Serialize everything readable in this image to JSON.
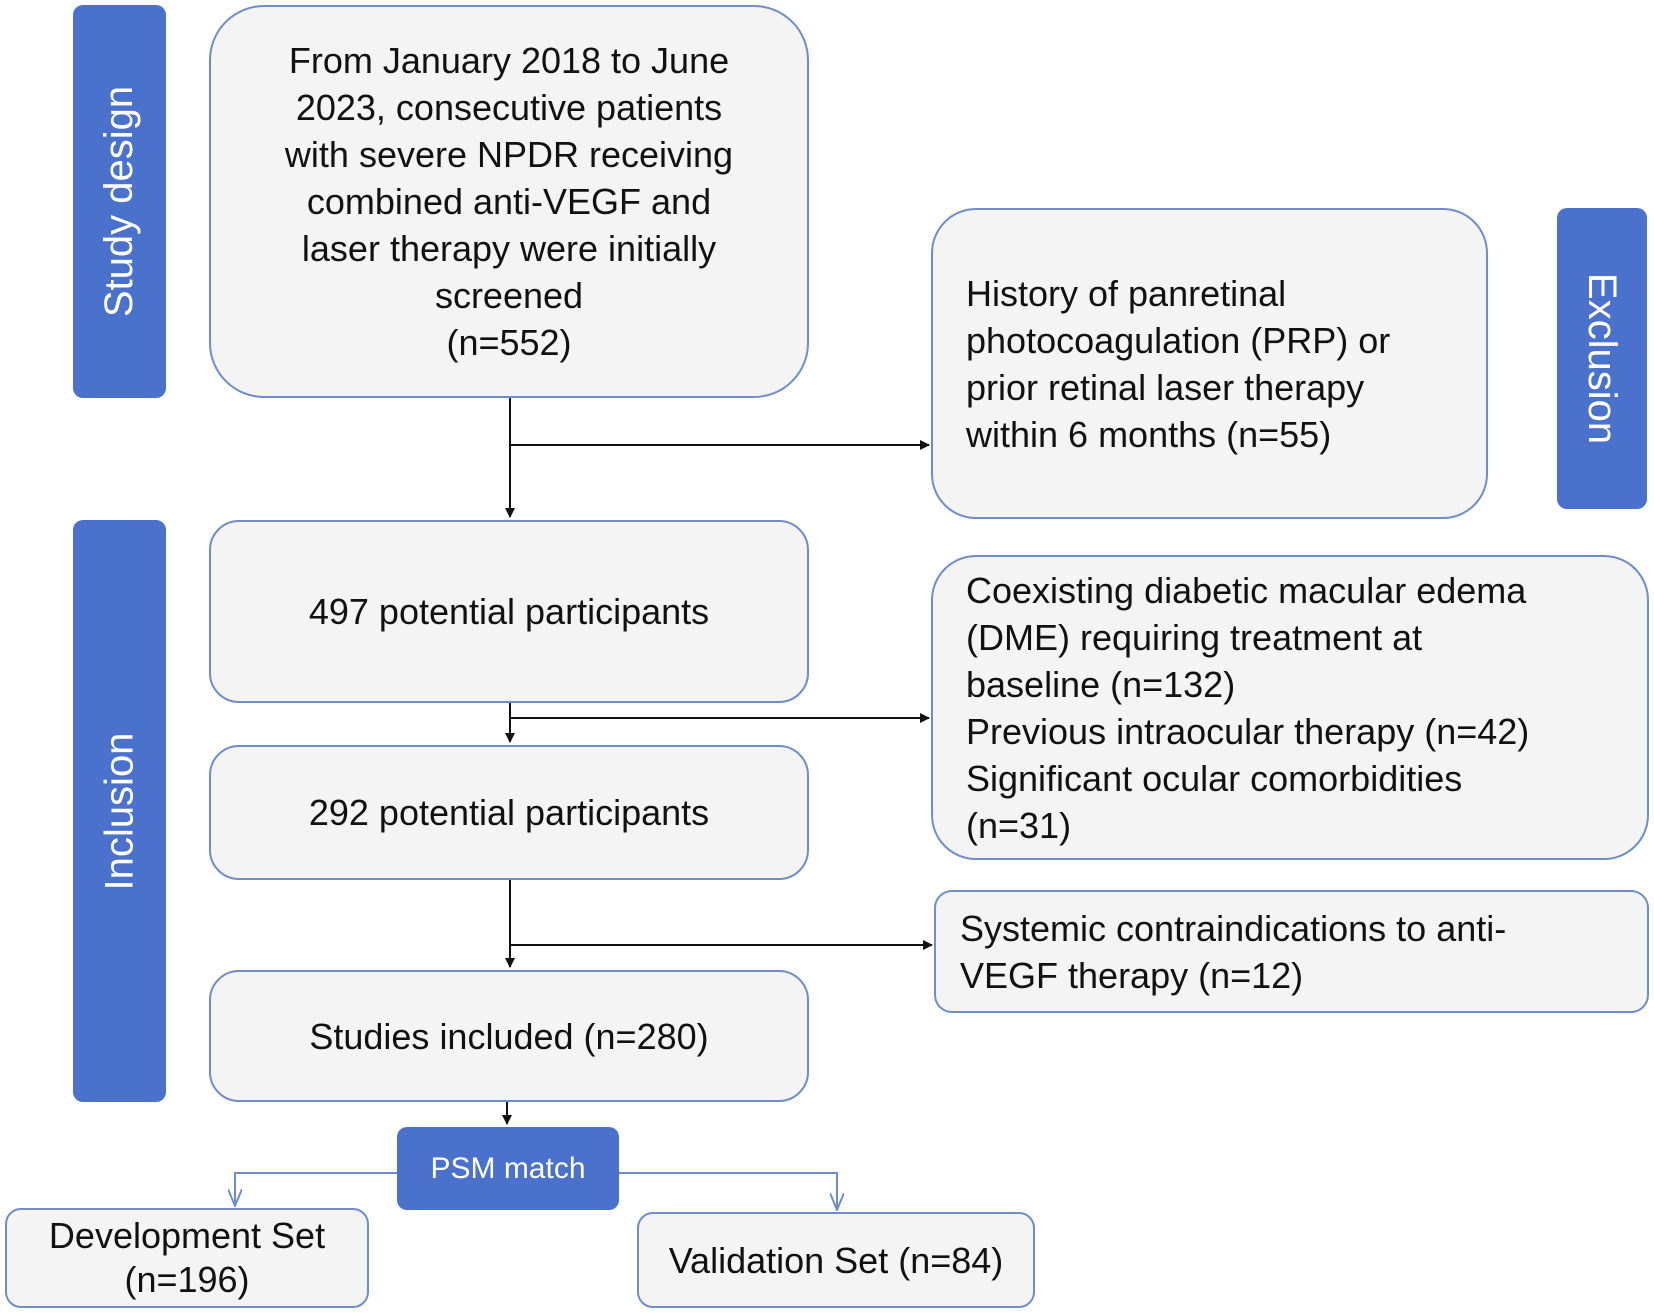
{
  "bands": {
    "study_design": "Study design",
    "inclusion": "Inclusion",
    "exclusion": "Exclusion"
  },
  "boxes": {
    "screened": [
      "From January 2018 to June",
      "2023, consecutive patients",
      "with severe NPDR receiving",
      "combined anti-VEGF and",
      "laser therapy were initially",
      "screened",
      "(n=552)"
    ],
    "exclusion_1": [
      "History of panretinal",
      "photocoagulation (PRP) or",
      "prior retinal laser therapy",
      "within 6 months (n=55)"
    ],
    "participants_497": "497 potential participants",
    "exclusion_2": [
      "Coexisting diabetic macular edema",
      "(DME) requiring treatment at",
      "baseline (n=132)",
      "Previous intraocular therapy (n=42)",
      "Significant ocular comorbidities",
      "(n=31)"
    ],
    "participants_292": "292 potential participants",
    "exclusion_3": [
      "Systemic contraindications to anti-",
      "VEGF therapy (n=12)"
    ],
    "included": "Studies included (n=280)",
    "psm": "PSM match",
    "development": [
      "Development Set",
      "(n=196)"
    ],
    "validation": "Validation Set (n=84)"
  },
  "colors": {
    "band_fill": "#4a72cc",
    "box_border": "#6f8ec9",
    "box_fill": "#f4f4f4",
    "arrow_black": "#111111",
    "arrow_blue": "#6f8ec9"
  }
}
